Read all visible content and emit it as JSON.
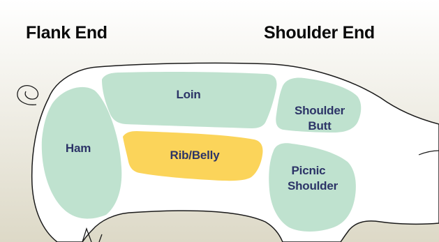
{
  "labels": {
    "flank_end": "Flank End",
    "shoulder_end": "Shoulder End"
  },
  "cuts": {
    "loin": "Loin",
    "ham": "Ham",
    "rib_belly": "Rib/Belly",
    "shoulder_butt": [
      "Shoulder",
      "Butt"
    ],
    "picnic_shoulder": [
      "Picnic",
      "Shoulder"
    ]
  },
  "colors": {
    "background_top": "#ffffff",
    "background_bottom": "#ddd9c7",
    "pig_fill": "#ffffff",
    "pig_outline": "#1a1a1a",
    "cut_fill": "#bfe2cf",
    "highlight_fill": "#fbd45a",
    "cut_label_color": "#2c3467"
  }
}
